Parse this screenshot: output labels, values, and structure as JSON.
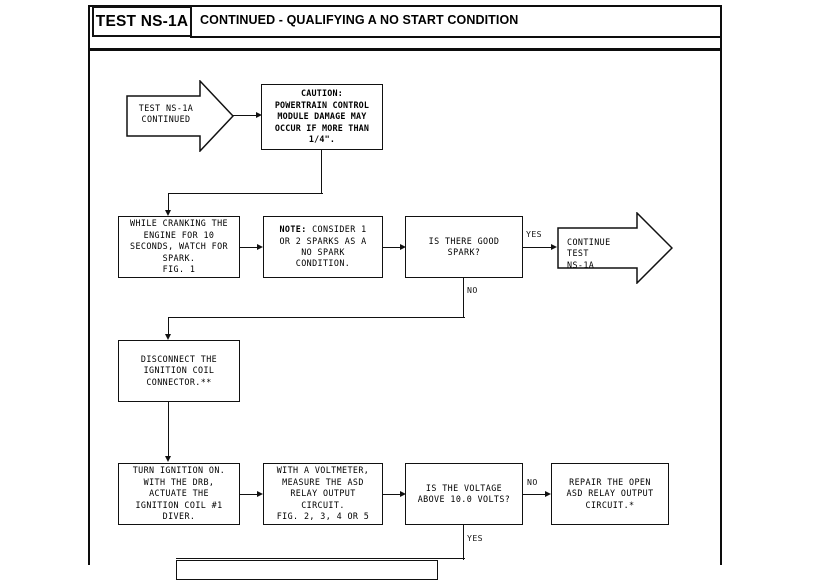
{
  "header": {
    "test_id": "TEST NS-1A",
    "title": "CONTINUED - QUALIFYING A NO START CONDITION"
  },
  "flowchart": {
    "type": "diagram",
    "nodes": [
      {
        "id": "n1",
        "shape": "pennant",
        "text": "TEST NS-1A\nCONTINUED"
      },
      {
        "id": "n2",
        "shape": "box",
        "bold": true,
        "text": "CAUTION:\nPOWERTRAIN CONTROL\nMODULE DAMAGE MAY\nOCCUR IF MORE THAN\n1/4\"."
      },
      {
        "id": "n3",
        "shape": "box",
        "text": "WHILE CRANKING THE\nENGINE FOR 10\nSECONDS, WATCH FOR\nSPARK.\nFIG. 1"
      },
      {
        "id": "n4",
        "shape": "box",
        "lead": "NOTE:",
        "text": " CONSIDER 1\nOR 2 SPARKS AS A\nNO SPARK\nCONDITION."
      },
      {
        "id": "n5",
        "shape": "box",
        "text": "IS THERE GOOD\nSPARK?"
      },
      {
        "id": "n6",
        "shape": "pennant",
        "text": "CONTINUE TEST\nNS-1A"
      },
      {
        "id": "n7",
        "shape": "box",
        "text": "DISCONNECT THE\nIGNITION COIL\nCONNECTOR.**"
      },
      {
        "id": "n8",
        "shape": "box",
        "text": "TURN IGNITION ON.\nWITH THE DRB,\nACTUATE THE\nIGNITION COIL #1\nDIVER."
      },
      {
        "id": "n9",
        "shape": "box",
        "text": "WITH A VOLTMETER,\nMEASURE THE ASD\nRELAY OUTPUT\nCIRCUIT.\nFIG. 2, 3, 4 OR 5"
      },
      {
        "id": "n10",
        "shape": "box",
        "text": "IS THE VOLTAGE\nABOVE 10.0 VOLTS?"
      },
      {
        "id": "n11",
        "shape": "box",
        "text": "REPAIR THE OPEN\nASD RELAY OUTPUT\nCIRCUIT.*"
      }
    ],
    "edge_labels": {
      "spark_yes": "YES",
      "spark_no": "NO",
      "voltage_no": "NO",
      "voltage_yes": "YES"
    }
  },
  "colors": {
    "ink": "#111111",
    "paper": "#ffffff"
  }
}
